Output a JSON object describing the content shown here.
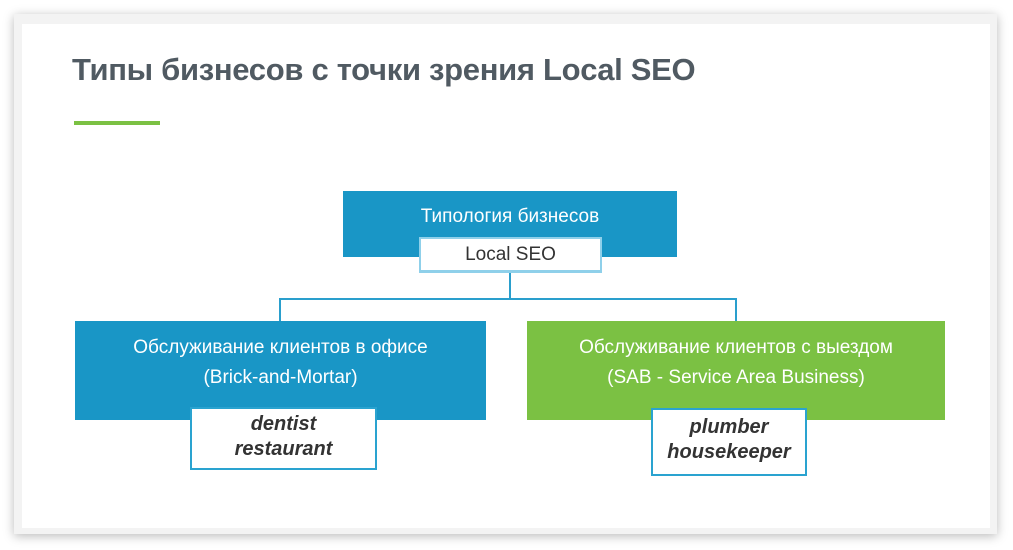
{
  "slide": {
    "title": "Типы бизнесов с точки зрения Local SEO"
  },
  "diagram": {
    "root": {
      "title": "Типология бизнесов",
      "tag": "Local SEO"
    },
    "left": {
      "title": "Обслуживание клиентов в офисе",
      "subtitle": "(Brick-and-Mortar)",
      "examples": [
        "dentist",
        "restaurant"
      ]
    },
    "right": {
      "title": "Обслуживание клиентов с выездом",
      "subtitle": "(SAB - Service Area Business)",
      "examples": [
        "plumber",
        "housekeeper"
      ]
    }
  },
  "colors": {
    "blue": "#1996c6",
    "green": "#7bc143",
    "title": "#505a62",
    "connector": "#2a9fcd"
  }
}
